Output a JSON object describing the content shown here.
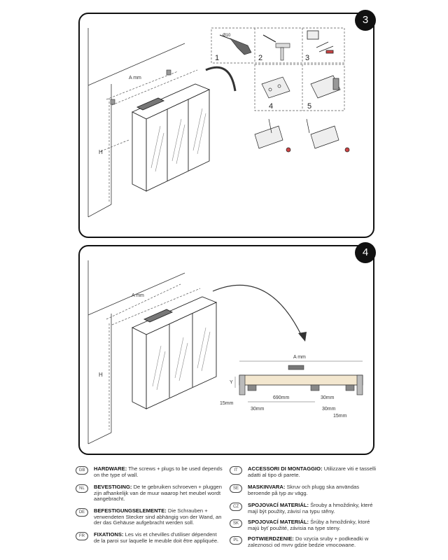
{
  "panel3": {
    "step": "3",
    "dim_width": "A mm",
    "dim_height": "H",
    "substeps": [
      "1",
      "2",
      "3",
      "4",
      "5"
    ],
    "drill_label": "Ø10"
  },
  "panel4": {
    "step": "4",
    "dim_width": "A mm",
    "dim_height": "H",
    "detail": {
      "dim_width": "A mm",
      "dim_y": "Y",
      "spacing": "690mm",
      "left_edge": "15mm",
      "left_offset": "30mm",
      "right_offset_a": "30mm",
      "right_offset_b": "30mm",
      "right_edge": "15mm"
    }
  },
  "legend": [
    {
      "code": "GB",
      "title": "HARDWARE:",
      "text": "The screws + plugs to be used depends on the type of wall."
    },
    {
      "code": "NL",
      "title": "BEVESTIGING:",
      "text": "De te gebruiken schroeven + pluggen zijn afhankelijk van de muur waarop het meubel wordt aangebracht."
    },
    {
      "code": "DE",
      "title": "BEFESTIGUNGSELEMENTE:",
      "text": "Die Schrauben + verwendeten Stecker sind abhängig von der Wand, an der das Gehäuse aufgebracht werden soll."
    },
    {
      "code": "FR",
      "title": "FIXATIONS:",
      "text": "Les vis et chevilles d'utiliser dépendent de la paroi sur laquelle le meuble doit être appliquée."
    },
    {
      "code": "IT",
      "title": "ACCESSORI DI MONTAGGIO:",
      "text": "Utilizzare viti e tasselli adatti al tipo di parete."
    },
    {
      "code": "SE",
      "title": "MASKINVARA:",
      "text": "Skruv och plugg ska användas beroende på typ av vägg."
    },
    {
      "code": "CZ",
      "title": "SPOJOVACÍ MATERIÁL:",
      "text": "Šrouby a hmoždinky, které mají být použity, závisí na typu stěny."
    },
    {
      "code": "SK",
      "title": "SPOJOVACÍ MATERIÁL:",
      "text": "Šrúby a hmoždinky, ktoré majú byť použité, závisia na type steny."
    },
    {
      "code": "PL",
      "title": "POTWIERDZENIE:",
      "text": "Do vzycia sruby + podkeadki w zaleznosci od mvrv gdzie bedzie vmocowane."
    }
  ]
}
